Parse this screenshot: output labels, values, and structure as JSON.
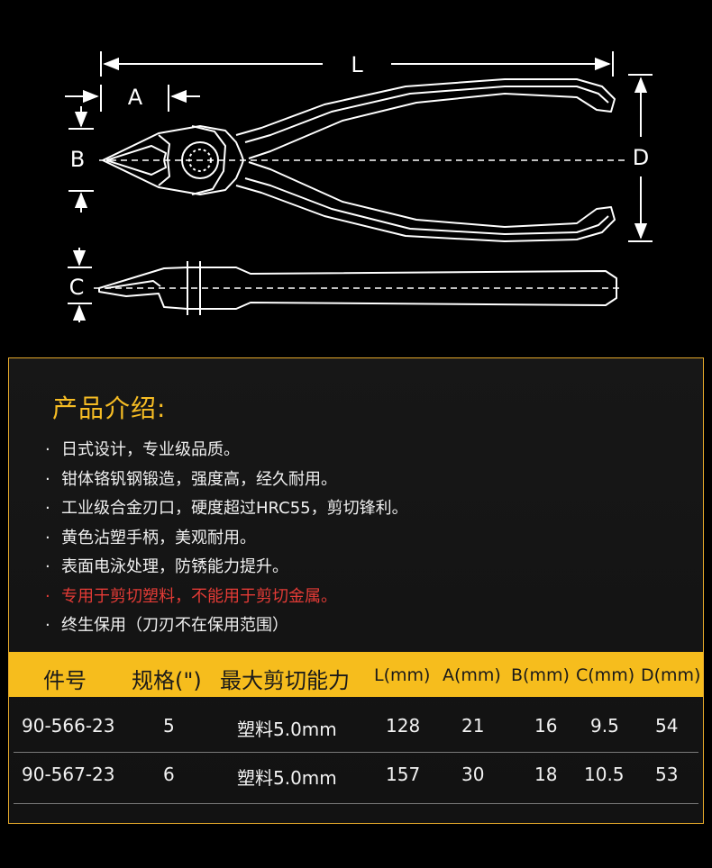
{
  "diagram": {
    "labels": {
      "L": "L",
      "A": "A",
      "B": "B",
      "C": "C",
      "D": "D"
    },
    "colors": {
      "line": "#ffffff",
      "background": "#000000"
    }
  },
  "intro": {
    "title": "产品介绍:",
    "bullet": "·",
    "features": [
      {
        "text": "日式设计，专业级品质。",
        "highlight": false
      },
      {
        "text": "钳体铬钒钢锻造，强度高，经久耐用。",
        "highlight": false
      },
      {
        "text": "工业级合金刃口，硬度超过HRC55，剪切锋利。",
        "highlight": false
      },
      {
        "text": "黄色沾塑手柄，美观耐用。",
        "highlight": false
      },
      {
        "text": "表面电泳处理，防锈能力提升。",
        "highlight": false
      },
      {
        "text": "专用于剪切塑料，不能用于剪切金属。",
        "highlight": true
      },
      {
        "text": "终生保用（刀刃不在保用范围）",
        "highlight": false
      }
    ],
    "colors": {
      "title": "#f7bd24",
      "warn": "#e43b36",
      "border": "#e4a82a",
      "header_bg": "#f6bd1d"
    }
  },
  "spec_table": {
    "headers": [
      "件号",
      "规格(\")",
      "最大剪切能力",
      "L(mm)",
      "A(mm)",
      "B(mm)",
      "C(mm)",
      "D(mm)"
    ],
    "rows": [
      [
        "90-566-23",
        "5",
        "塑料5.0mm",
        "128",
        "21",
        "16",
        "9.5",
        "54"
      ],
      [
        "90-567-23",
        "6",
        "塑料5.0mm",
        "157",
        "30",
        "18",
        "10.5",
        "53"
      ]
    ]
  }
}
